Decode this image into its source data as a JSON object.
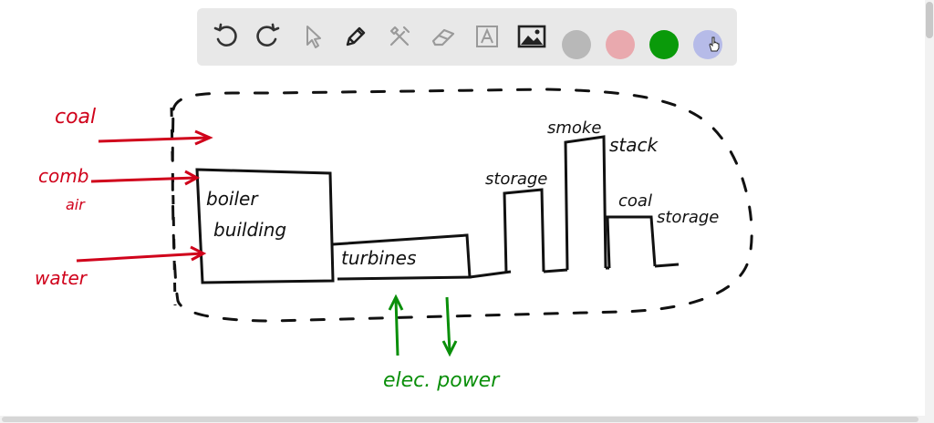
{
  "toolbar": {
    "tools": [
      {
        "name": "undo-icon",
        "active": true
      },
      {
        "name": "redo-icon",
        "active": true
      },
      {
        "name": "select-pointer-icon",
        "active": false
      },
      {
        "name": "pen-icon",
        "active": true
      },
      {
        "name": "tools-icon",
        "active": false
      },
      {
        "name": "eraser-icon",
        "active": false
      },
      {
        "name": "text-icon",
        "active": false
      },
      {
        "name": "image-icon",
        "active": true
      }
    ],
    "colors": [
      "#b8b8b8",
      "#e9a9ae",
      "#0a9a0a",
      "#b6bbe8"
    ]
  },
  "canvas": {
    "labels": {
      "coal_input": "coal",
      "comb_air_1": "comb",
      "comb_air_2": "air",
      "water": "water",
      "boiler_1": "boiler",
      "boiler_2": "building",
      "turbines": "turbines",
      "storage_left": "storage",
      "smoke": "smoke",
      "stack": "stack",
      "coal_storage_1": "coal",
      "coal_storage_2": "storage",
      "elec_power": "elec. power"
    },
    "colors": {
      "ink": "#111111",
      "red": "#d0021b",
      "green": "#0a8f0a"
    }
  }
}
